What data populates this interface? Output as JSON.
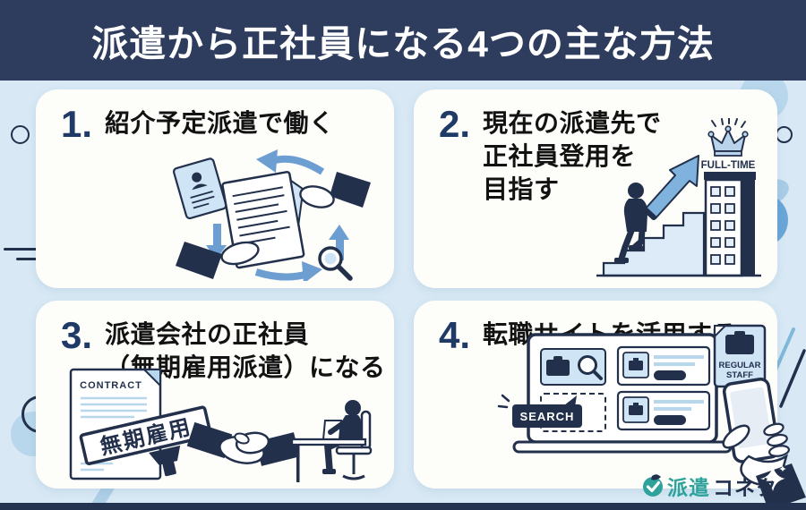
{
  "header": {
    "title": "派遣から正社員になる4つの主な方法"
  },
  "cards": [
    {
      "number": "1.",
      "lines": [
        "紹介予定派遣で働く"
      ]
    },
    {
      "number": "2.",
      "lines": [
        "現在の派遣先で",
        "正社員登用を",
        "目指す"
      ]
    },
    {
      "number": "3.",
      "lines": [
        "派遣会社の正社員",
        "（無期雇用派遣）になる"
      ]
    },
    {
      "number": "4.",
      "lines": [
        "転職サイトを活用する"
      ]
    }
  ],
  "illustrations": {
    "full_time_label": "FULL-TIME",
    "contract_label": "CONTRACT",
    "stamp_label": "無期雇用",
    "search_label": "SEARCH",
    "regular_staff_line1": "REGULAR",
    "regular_staff_line2": "STAFF"
  },
  "footer": {
    "logo_primary": "派遣",
    "logo_secondary": "コネクト"
  },
  "colors": {
    "header_navy": "#2e3d5e",
    "background_blue": "#d8e9f5",
    "card_white": "#fdfdfa",
    "number_navy": "#1f3a66",
    "illustration_navy": "#22304c",
    "accent_blue": "#6d9ed1",
    "light_blue_fill": "#cfe4f4",
    "logo_teal": "#2fa39b"
  }
}
